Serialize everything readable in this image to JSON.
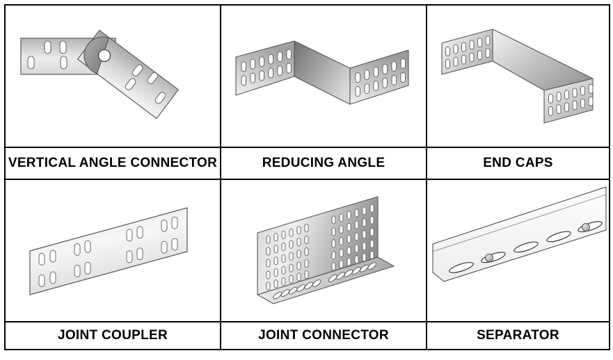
{
  "page": {
    "background": "#ffffff"
  },
  "table": {
    "border_color": "#000000",
    "columns": 3,
    "labels": [
      "VERTICAL ANGLE CONNECTOR",
      "REDUCING ANGLE",
      "END CAPS",
      "JOINT COUPLER",
      "JOINT CONNECTOR",
      "SEPARATOR"
    ],
    "illustrations": [
      {
        "icon": "vertical-angle-connector-illustration",
        "caption": "VERTICAL ANGLE CONNECTOR"
      },
      {
        "icon": "reducing-angle-illustration",
        "caption": "REDUCING ANGLE"
      },
      {
        "icon": "end-caps-illustration",
        "caption": "END CAPS"
      },
      {
        "icon": "joint-coupler-illustration",
        "caption": "JOINT COUPLER"
      },
      {
        "icon": "joint-connector-illustration",
        "caption": "JOINT CONNECTOR"
      },
      {
        "icon": "separator-illustration",
        "caption": "SEPARATOR"
      }
    ]
  },
  "colors": {
    "table_border": "#000000",
    "background": "#ffffff",
    "label_text": "#000000",
    "metal_light": "#f0f0f0",
    "metal_mid": "#bcbcbc",
    "metal_dark": "#8a8a8a",
    "outline": "#565656",
    "slot_fill": "#ffffff"
  }
}
